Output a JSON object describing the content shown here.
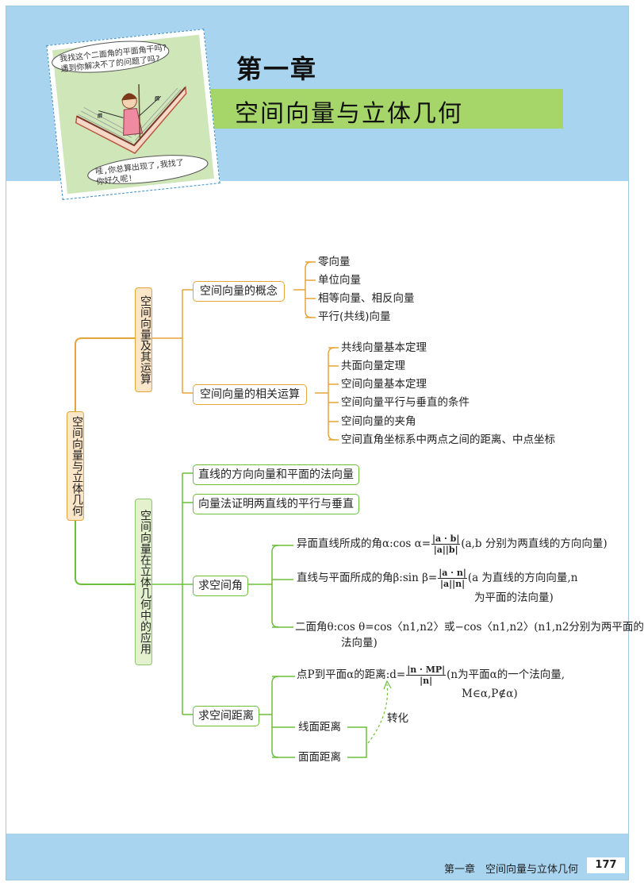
{
  "header": {
    "chapter_num": "第一章",
    "chapter_title": "空间向量与立体几何"
  },
  "cartoon": {
    "bubble_top": "我找这个二面角的平面角干吗? 遇到你解决不了的问题了吗?",
    "bubble_top_line1": "我找这个二面角的平面角干吗?",
    "bubble_top_line2": "遇到你解决不了的问题了吗?",
    "bubble_bottom_line1": "哇,你总算出现了,我找了",
    "bubble_bottom_line2": "你好久呢!",
    "label_m_left": "m",
    "label_m_right": "m"
  },
  "mindmap": {
    "root": "空间向量与立体几何",
    "branch1": {
      "label": "空间向量及其运算",
      "sub1": {
        "label": "空间向量的概念",
        "leaves": [
          "零向量",
          "单位向量",
          "相等向量、相反向量",
          "平行(共线)向量"
        ]
      },
      "sub2": {
        "label": "空间向量的相关运算",
        "leaves": [
          "共线向量基本定理",
          "共面向量定理",
          "空间向量基本定理",
          "空间向量平行与垂直的条件",
          "空间向量的夹角",
          "空间直角坐标系中两点之间的距离、中点坐标"
        ]
      }
    },
    "branch2": {
      "label": "空间向量在立体几何中的应用",
      "sub1": {
        "label": "直线的方向向量和平面的法向量"
      },
      "sub2": {
        "label": "向量法证明两直线的平行与垂直"
      },
      "sub3": {
        "label": "求空间角",
        "angle1_pre": "异面直线所成的角α:cos α=",
        "angle1_num": "|a · b|",
        "angle1_den": "|a||b|",
        "angle1_post": "(a,b 分别为两直线的方向向量)",
        "angle2_pre": "直线与平面所成的角β:sin β=",
        "angle2_num": "|a · n|",
        "angle2_den": "|a||n|",
        "angle2_post": "(a 为直线的方向向量,n",
        "angle2_post2": "为平面的法向量)",
        "angle3_line1": "二面角θ:cos θ=cos〈n1,n2〉或−cos〈n1,n2〉(n1,n2分别为两平面的",
        "angle3_line2": "法向量)"
      },
      "sub4": {
        "label": "求空间距离",
        "dist1_pre": "点P到平面α的距离:d=",
        "dist1_num": "|n · MP|",
        "dist1_den": "|n|",
        "dist1_post": "(n为平面α的一个法向量,",
        "dist1_post2": "M∈α,P∉α)",
        "dist2": "线面距离",
        "dist3": "面面距离",
        "convert": "转化"
      }
    }
  },
  "footer": {
    "text": "第一章　空间向量与立体几何",
    "page": "177"
  },
  "colors": {
    "band": "#a9d4ef",
    "title_bar": "#a6d66a",
    "orange": "#e5a53a",
    "green": "#6bbf3a"
  }
}
